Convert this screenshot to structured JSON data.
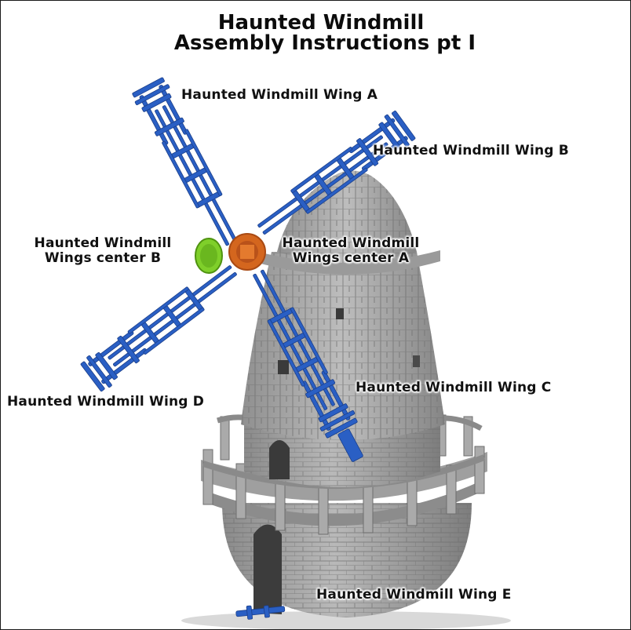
{
  "title": {
    "line1": "Haunted Windmill",
    "line2": "Assembly Instructions pt I"
  },
  "labels": {
    "wing_a": "Haunted Windmill Wing A",
    "wing_b": "Haunted Windmill Wing B",
    "center_b_line1": "Haunted Windmill",
    "center_b_line2": "Wings center B",
    "center_a_line1": "Haunted Windmill",
    "center_a_line2": "Wings center A",
    "wing_c": "Haunted Windmill Wing C",
    "wing_d": "Haunted Windmill Wing D",
    "wing_e": "Haunted Windmill Wing E"
  },
  "colors": {
    "wing_blue": "#2a5fc4",
    "center_a_orange": "#d4661e",
    "center_b_green": "#7fcf2a",
    "stone_gray": "#9b9b9b"
  }
}
